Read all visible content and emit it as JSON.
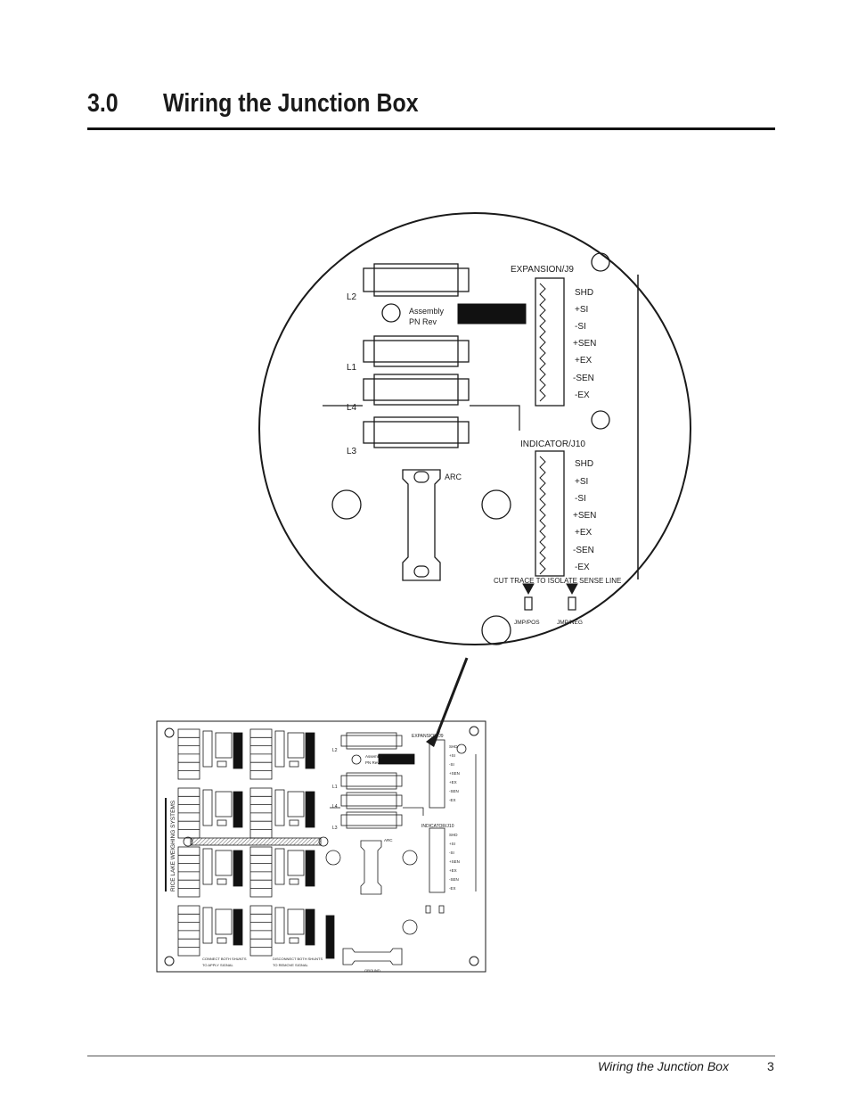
{
  "heading": {
    "number": "3.0",
    "title": "Wiring the Junction Box"
  },
  "footer": {
    "title": "Wiring the Junction Box",
    "page": "3"
  },
  "detail": {
    "expansion_label": "EXPANSION/J9",
    "expansion_pins": [
      "SHD",
      "+SI",
      "-SI",
      "+SEN",
      "+EX",
      "-SEN",
      "-EX"
    ],
    "indicator_label": "INDICATOR/J10",
    "indicator_pins": [
      "SHD",
      "+SI",
      "-SI",
      "+SEN",
      "+EX",
      "-SEN",
      "-EX"
    ],
    "connectors": [
      "L2",
      "L1",
      "L4",
      "L3"
    ],
    "assembly_label_1": "Assembly",
    "assembly_label_2": "PN Rev",
    "arc_label": "ARC",
    "cut_trace_note": "CUT  TRACE  TO  ISOLATE  SENSE LINE",
    "jumper_pos": "JMP/POS",
    "jumper_neg": "JMP/NEG"
  },
  "board": {
    "expansion_label": "EXPANSION/J9",
    "expansion_pins": [
      "SHD",
      "+SI",
      "-SI",
      "+SEN",
      "+EX",
      "-SEN",
      "-EX"
    ],
    "indicator_label": "INDICATOR/J10",
    "indicator_pins": [
      "SHD",
      "+SI",
      "-SI",
      "+SEN",
      "+EX",
      "-SEN",
      "-EX"
    ],
    "connectors": [
      "L2",
      "L1",
      "L4",
      "L3"
    ],
    "assembly_label_1": "Assembly",
    "assembly_label_2": "PN Rev",
    "arc_label": "ARC",
    "maker_text": "RICE LAKE WEIGHING SYSTEMS",
    "connect_note_1": "CONNECT BOTH SHUNTS",
    "connect_note_2": "TO APPLY SIGNAL",
    "disconnect_note_1": "DISCONNECT BOTH SHUNTS",
    "disconnect_note_2": "TO REMOVE SIGNAL",
    "ground_label": "GROUND"
  },
  "colors": {
    "ink": "#1a1a1a",
    "label_fill": "#111111",
    "hatch": "#555555"
  }
}
